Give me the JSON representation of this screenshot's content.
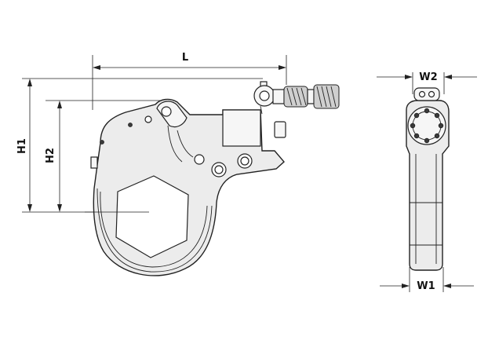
{
  "dimensions": {
    "L": "L",
    "H1": "H1",
    "H2": "H2",
    "W1": "W1",
    "W2": "W2"
  },
  "colors": {
    "line": "#222222",
    "fill": "#ececec",
    "background": "#ffffff"
  }
}
